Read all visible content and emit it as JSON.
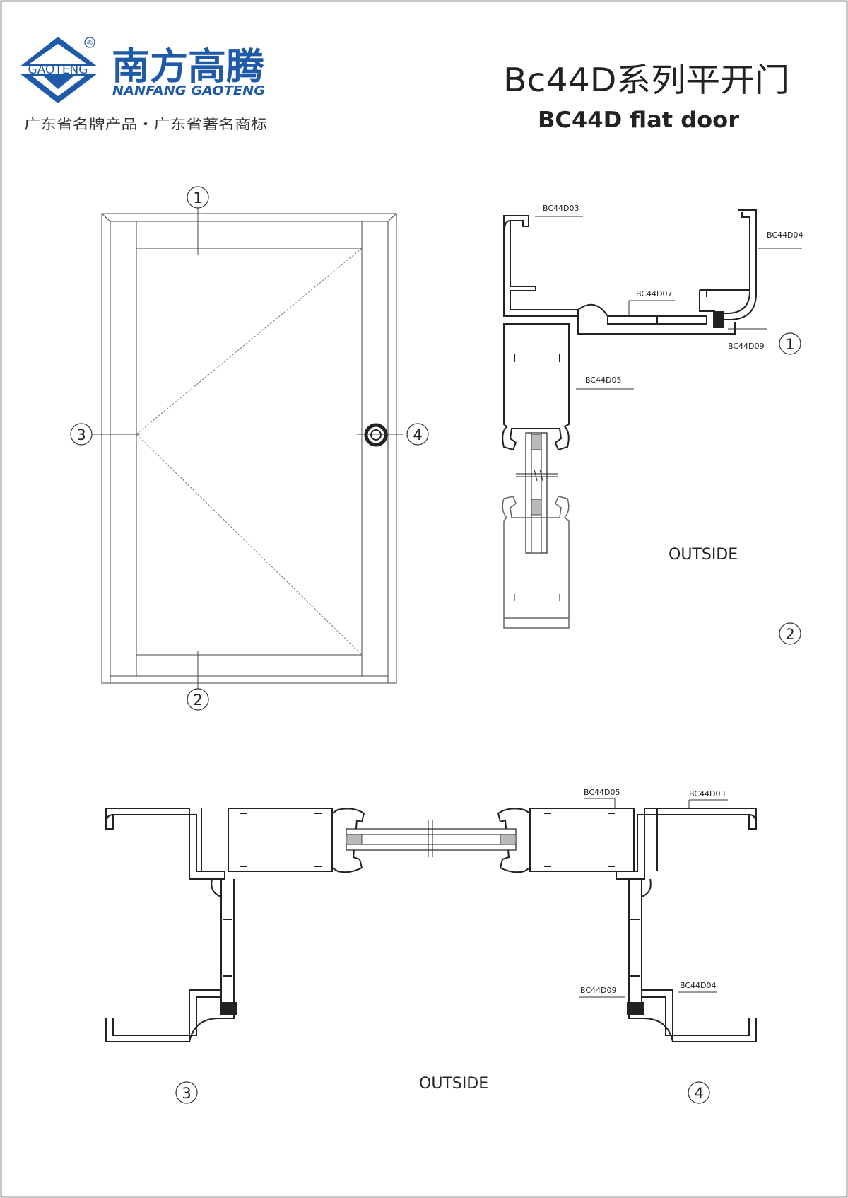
{
  "brand": {
    "logo_text": "GAOTENG",
    "registered_mark": "®",
    "name_cn": "南方高腾",
    "name_en": "NANFANG GAOTENG",
    "tagline": "广东省名牌产品・广东省著名商标",
    "color": "#1e5aa8"
  },
  "title": {
    "cn": "Bc44D系列平开门",
    "en": "BC44D flat door"
  },
  "elevation": {
    "markers": [
      "1",
      "2",
      "3",
      "4"
    ]
  },
  "section_vertical": {
    "marker_top": "1",
    "marker_bottom": "2",
    "outside_label": "OUTSIDE",
    "parts": {
      "frame_top": "BC44D03",
      "frame_outer": "BC44D04",
      "bead": "BC44D07",
      "seal": "BC44D09",
      "sash": "BC44D05"
    }
  },
  "section_horizontal": {
    "marker_left": "3",
    "marker_right": "4",
    "outside_label": "OUTSIDE",
    "parts": {
      "sash": "BC44D05",
      "frame": "BC44D03",
      "seal": "BC44D09",
      "outer": "BC44D04"
    }
  }
}
